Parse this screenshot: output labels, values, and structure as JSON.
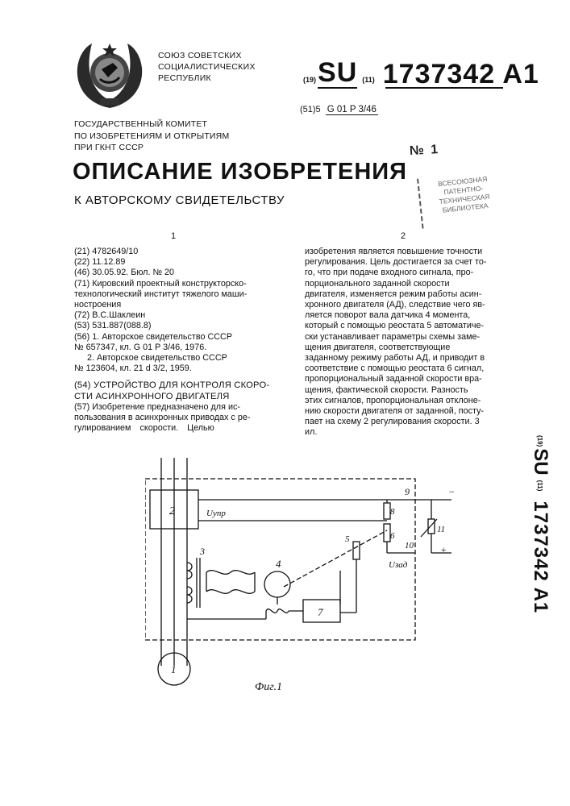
{
  "header": {
    "union_lines": [
      "СОЮЗ СОВЕТСКИХ",
      "СОЦИАЛИСТИЧЕСКИХ",
      "РЕСПУБЛИК"
    ],
    "marker_19": "(19)",
    "country": "SU",
    "marker_11": "(11)",
    "patent_number": "1737342 A1",
    "ipc_marker": "(51)5",
    "ipc_code": "G 01 P 3/46",
    "committee_lines": [
      "ГОСУДАРСТВЕННЫЙ КОМИТЕТ",
      "ПО ИЗОБРЕТЕНИЯМ И ОТКРЫТИЯМ",
      "ПРИ ГКНТ СССР"
    ],
    "title": "ОПИСАНИЕ ИЗОБРЕТЕНИЯ",
    "subtitle": "К АВТОРСКОМУ СВИДЕТЕЛЬСТВУ",
    "handwritten": "№ 1",
    "stamp_lines": [
      "ВСЕСОЮЗНАЯ",
      "ПАТЕНТНО-",
      "ТЕХНИЧЕСКАЯ",
      "БИБЛИОТЕКА"
    ]
  },
  "columns": {
    "left_number": "1",
    "right_number": "2"
  },
  "left_column": [
    "(21) 4782649/10",
    "(22) 11.12.89",
    "(46) 30.05.92. Бюл. № 20",
    "(71) Кировский проектный конструкторско-",
    "технологический институт тяжелого маши-",
    "ностроения",
    "(72) В.С.Шаклеин",
    "(53) 531.887(088.8)",
    "(56) 1. Авторское свидетельство СССР",
    "№ 657347, кл. G 01 P 3/46, 1976.",
    "2. Авторское свидетельство СССР",
    "№ 123604, кл. 21 d 3/2, 1959.",
    "",
    "(54) УСТРОЙСТВО ДЛЯ КОНТРОЛЯ СКОРО-",
    "СТИ АСИНХРОННОГО ДВИГАТЕЛЯ",
    "(57) Изобретение предназначено для ис-",
    "пользования в асинхронных приводах с ре-",
    "гулированием скорости. Целью"
  ],
  "right_column": [
    "изобретения является повышение точности",
    "регулирования. Цель достигается за счет то-",
    "го, что при подаче входного сигнала, про-",
    "порционального заданной скорости",
    "двигателя, изменяется режим работы асин-",
    "хронного двигателя (АД), следствие чего яв-",
    "ляется поворот вала датчика 4 момента,",
    "который с помощью реостата 5 автоматиче-",
    "ски устанавливает параметры схемы заме-",
    "щения двигателя, соответствующие",
    "заданному режиму работы АД, и приводит в",
    "соответствие с помощью реостата 6 сигнал,",
    "пропорциональный заданной скорости вра-",
    "щения, фактической скорости. Разность",
    "этих сигналов, пропорциональная отклоне-",
    "нию скорости двигателя от заданной, посту-",
    "пает на схему 2 регулирования скорости. 3",
    "ил."
  ],
  "side_code": {
    "marker_19": "(19)",
    "country": "SU",
    "marker_11": "(11)",
    "number": "1737342 A1"
  },
  "diagram": {
    "labels": {
      "block2": "2",
      "u_upr": "Uупр",
      "n9": "9",
      "n8": "8",
      "n6": "6",
      "n5": "5",
      "n10": "10",
      "u_zad": "Uзад",
      "n11": "11",
      "minus": "−",
      "plus": "+",
      "n3": "3",
      "n4": "4",
      "block7": "7",
      "motor1": "1"
    },
    "caption": "Фиг.1"
  }
}
